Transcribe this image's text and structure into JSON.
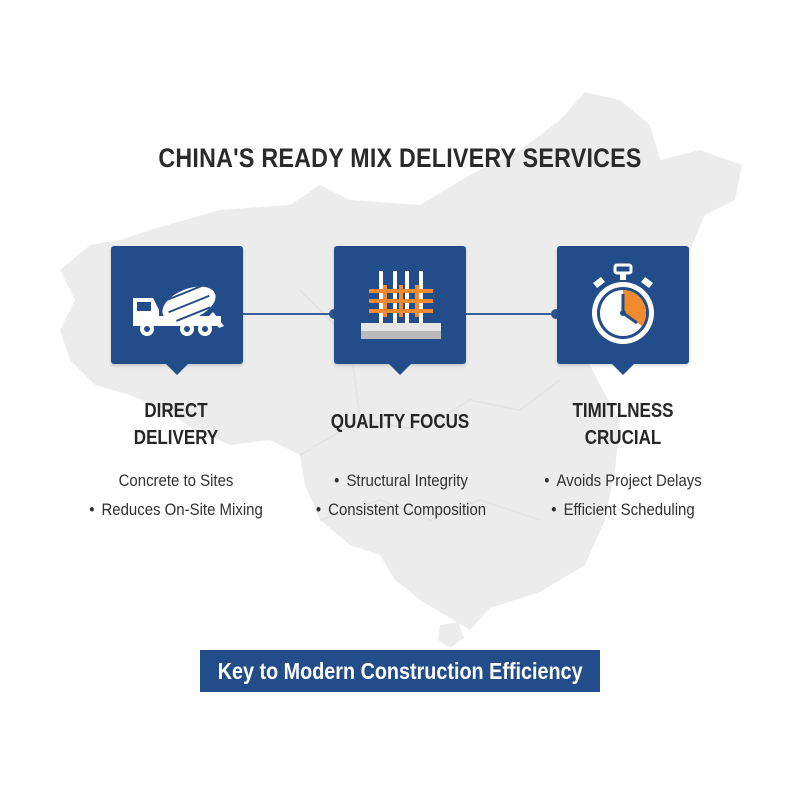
{
  "title": "CHINA'S READY MIX DELIVERY SERVICES",
  "features": [
    {
      "heading_line1": "DIRECT",
      "heading_line2": "DELIVERY",
      "items": [
        "Concrete to Sites",
        "Reduces On-Site Mixing"
      ],
      "icon": "concrete-mixer-truck-icon"
    },
    {
      "heading_line1": "QUALITY FOCUS",
      "heading_line2": "",
      "items": [
        "Structural Integrity",
        "Consistent Composition"
      ],
      "icon": "rebar-foundation-icon"
    },
    {
      "heading_line1": "TIMITLNESS",
      "heading_line2": "CRUCIAL",
      "items": [
        "Avoids Project Delays",
        "Efficient Scheduling"
      ],
      "icon": "stopwatch-icon"
    }
  ],
  "banner": "Key to Modern Construction Efficiency",
  "colors": {
    "primary": "#234d8a",
    "accent": "#f28a2e",
    "map": "#ececec",
    "text": "#262626"
  }
}
